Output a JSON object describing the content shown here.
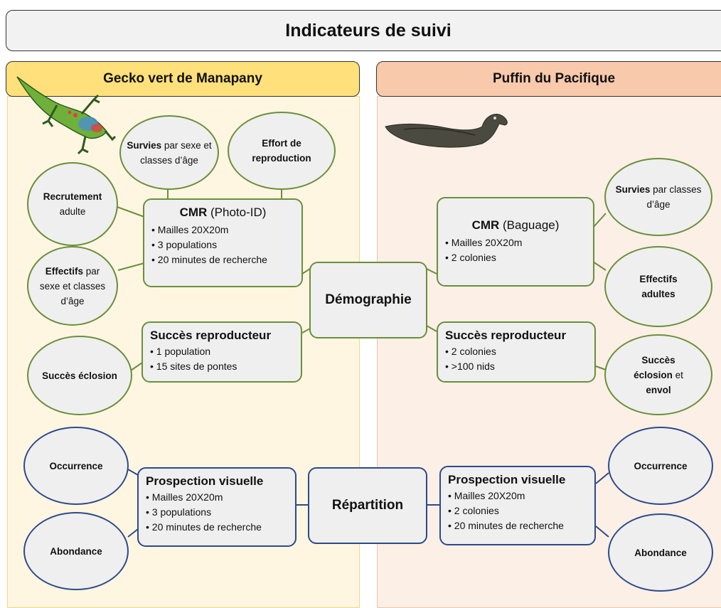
{
  "title": "Indicateurs de suivi",
  "left": {
    "header": "Gecko vert de Manapany",
    "ovals": {
      "survies_bold": "Survies",
      "survies_rest": "par sexe et classes d’âge",
      "effort": "Effort de reproduction",
      "recrutement_bold": "Recrutement",
      "recrutement_rest": "adulte",
      "effectifs_bold": "Effectifs",
      "effectifs_rest": "par sexe et classes d’âge",
      "eclosion": "Succès éclosion",
      "occurrence": "Occurrence",
      "abondance": "Abondance"
    },
    "cmr": {
      "bold": "CMR",
      "rest": " (Photo-ID)",
      "items": [
        "Mailles 20X20m",
        "3 populations",
        "20 minutes de recherche"
      ]
    },
    "succes": {
      "title": "Succès reproducteur",
      "items": [
        "1 population",
        "15 sites de pontes"
      ]
    },
    "prospection": {
      "title": "Prospection visuelle",
      "items": [
        "Mailles 20X20m",
        "3 populations",
        "20 minutes de recherche"
      ]
    }
  },
  "right": {
    "header": "Puffin du Pacifique",
    "ovals": {
      "survies_bold": "Survies",
      "survies_rest": "par classes d’âge",
      "effectifs": "Effectifs adultes",
      "succes_bold1": "Succès",
      "succes_bold2": "éclosion",
      "succes_mid": "et",
      "succes_bold3": "envol",
      "occurrence": "Occurrence",
      "abondance": "Abondance"
    },
    "cmr": {
      "bold": "CMR",
      "rest": " (Baguage)",
      "items": [
        "Mailles 20X20m",
        "2 colonies"
      ]
    },
    "succes": {
      "title": "Succès reproducteur",
      "items": [
        "2 colonies",
        ">100 nids"
      ]
    },
    "prospection": {
      "title": "Prospection visuelle",
      "items": [
        "Mailles 20X20m",
        "2 colonies",
        "20 minutes de recherche"
      ]
    }
  },
  "center": {
    "demographie": "Démographie",
    "repartition": "Répartition"
  },
  "colors": {
    "green": "#6a8f3a",
    "blue": "#2d4a8a",
    "left_bg": "#fff6e2",
    "right_bg": "#fcefe6",
    "left_header": "#ffe07a",
    "right_header": "#f8c9ab"
  },
  "icons": [
    "gecko-illustration",
    "shearwater-illustration"
  ]
}
